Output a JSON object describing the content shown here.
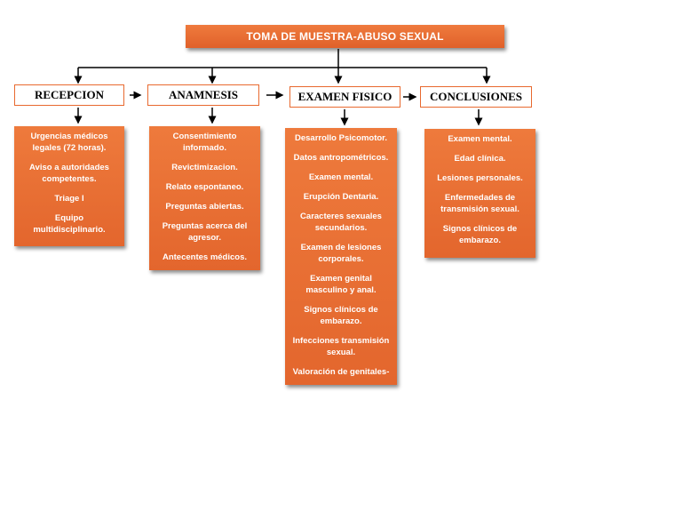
{
  "title": "TOMA DE MUESTRA-ABUSO SEXUAL",
  "columns": [
    {
      "heading": "RECEPCION",
      "items": [
        "Urgencias médicos legales (72 horas).",
        "Aviso a autoridades competentes.",
        "Triage I",
        "Equipo multidisciplinario."
      ]
    },
    {
      "heading": "ANAMNESIS",
      "items": [
        "Consentimiento informado.",
        "Revictimizacion.",
        "Relato espontaneo.",
        "Preguntas abiertas.",
        "Preguntas acerca del agresor.",
        "Antecentes médicos."
      ]
    },
    {
      "heading": "EXAMEN FISICO",
      "items": [
        "Desarrollo Psicomotor.",
        "Datos antropométricos.",
        "Examen mental.",
        "Erupción Dentaria.",
        "Caracteres sexuales secundarios.",
        "Examen de lesiones corporales.",
        "Examen genital masculino y anal.",
        "Signos clínicos de embarazo.",
        "Infecciones transmisión sexual.",
        "Valoración de genitales-"
      ]
    },
    {
      "heading": "CONCLUSIONES",
      "items": [
        "Examen mental.",
        "Edad clínica.",
        "Lesiones personales.",
        "Enfermedades de transmisión sexual.",
        "Signos clínicos de embarazo."
      ]
    }
  ],
  "colors": {
    "accent": "#e8692f",
    "card_text": "#ffffff",
    "heading_text": "#000000"
  }
}
